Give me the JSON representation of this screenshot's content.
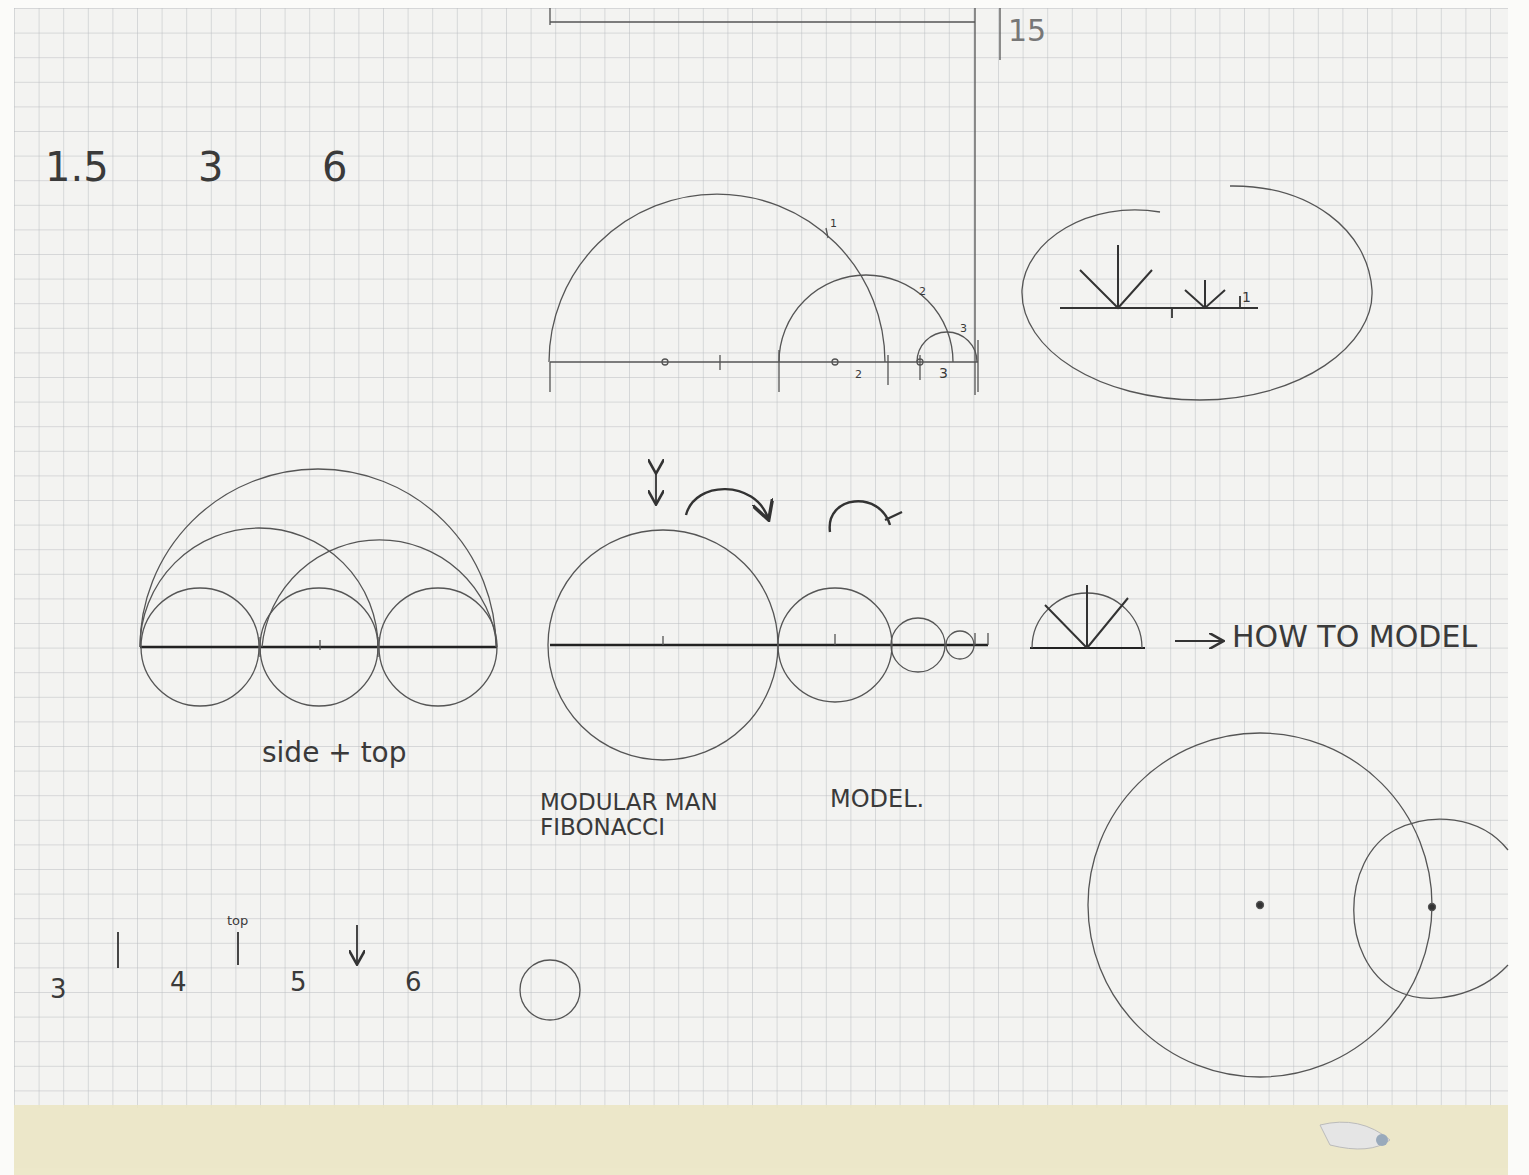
{
  "diagram": {
    "labels": [
      "1.5",
      "3",
      "6",
      "15",
      "1",
      "2",
      "3",
      "2",
      "3",
      "1",
      "side + top",
      "MODULAR MAN FIBONACCI",
      "MODEL.",
      "HOW TO MODEL",
      "top",
      "3",
      "4",
      "5",
      "6"
    ]
  }
}
